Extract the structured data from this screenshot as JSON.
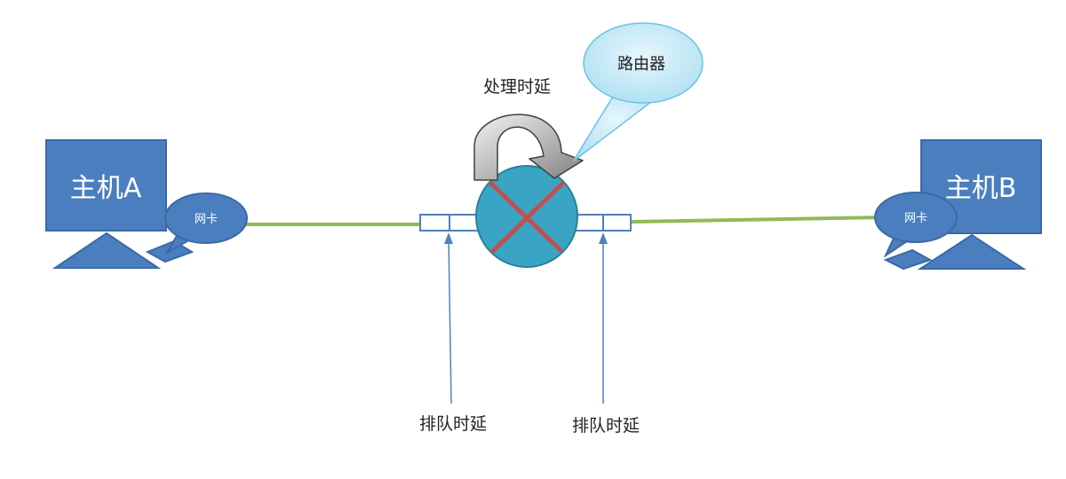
{
  "diagram": {
    "host_a": {
      "label": "主机A",
      "nic_label": "网卡"
    },
    "host_b": {
      "label": "主机B",
      "nic_label": "网卡"
    },
    "router": {
      "callout": "路由器"
    },
    "processing_delay": "处理时延",
    "queue_delay_left": "排队时延",
    "queue_delay_right": "排队时延"
  },
  "colors": {
    "host_fill": "#4a7ebf",
    "host_stroke": "#3a6aa6",
    "link": "#93b954",
    "router_fill": "#3aa4c4",
    "router_x": "#c0504d",
    "callout_fill": "#bfe7f6",
    "arrow_fill": "#a6a6a6",
    "pointer": "#4f81bd"
  }
}
